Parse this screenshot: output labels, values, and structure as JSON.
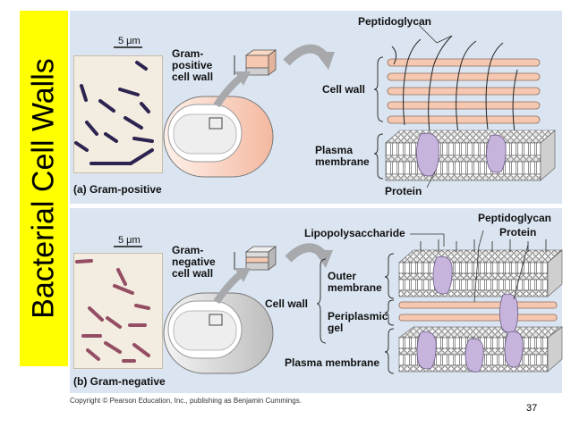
{
  "slide_title": "Bacterial Cell Walls",
  "panel_a": {
    "scale": "5 μm",
    "cell_wall_label": "Gram-\npositive\ncell wall",
    "caption": "(a) Gram-positive",
    "labels": {
      "peptidoglycan": "Peptidoglycan",
      "cell_wall": "Cell wall",
      "plasma_membrane": "Plasma\nmembrane",
      "protein": "Protein"
    }
  },
  "panel_b": {
    "scale": "5 μm",
    "cell_wall_label": "Gram-\nnegative\ncell wall",
    "caption": "(b) Gram-negative",
    "labels": {
      "lipopolysaccharide": "Lipopolysaccharide",
      "peptidoglycan": "Peptidoglycan",
      "protein": "Protein",
      "outer_membrane": "Outer\nmembrane",
      "cell_wall": "Cell wall",
      "periplasmic_gel": "Periplasmic\ngel",
      "plasma_membrane": "Plasma membrane"
    }
  },
  "copyright": "Copyright © Pearson Education, Inc., publishing as Benjamin Cummings.",
  "page_number": "37",
  "colors": {
    "title_bg": "#ffff00",
    "panel_bg": "#dbe5f1",
    "peptidoglycan": "#f6c8b0",
    "protein": "#c7b4dd",
    "gram_positive_stain": "#2c2450",
    "gram_negative_stain": "#8a3d56"
  }
}
